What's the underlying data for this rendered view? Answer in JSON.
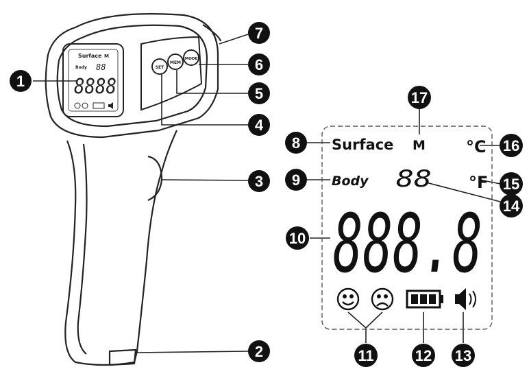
{
  "callouts": {
    "c1": "1",
    "c2": "2",
    "c3": "3",
    "c4": "4",
    "c5": "5",
    "c6": "6",
    "c7": "7",
    "c8": "8",
    "c9": "9",
    "c10": "10",
    "c11": "11",
    "c12": "12",
    "c13": "13",
    "c14": "14",
    "c15": "15",
    "c16": "16",
    "c17": "17"
  },
  "device": {
    "btn_set": "SET",
    "btn_mem": "MEM",
    "btn_mode": "MODE",
    "screen_surface": "Surface",
    "screen_m": "M",
    "screen_body": "Body",
    "screen_small": "88",
    "screen_big": "8888"
  },
  "lcd": {
    "surface": "Surface",
    "mode_m": "M",
    "body": "Body",
    "unit_c": "°C",
    "unit_f": "°F",
    "small_digits": "88",
    "big_digits": "888.8"
  }
}
